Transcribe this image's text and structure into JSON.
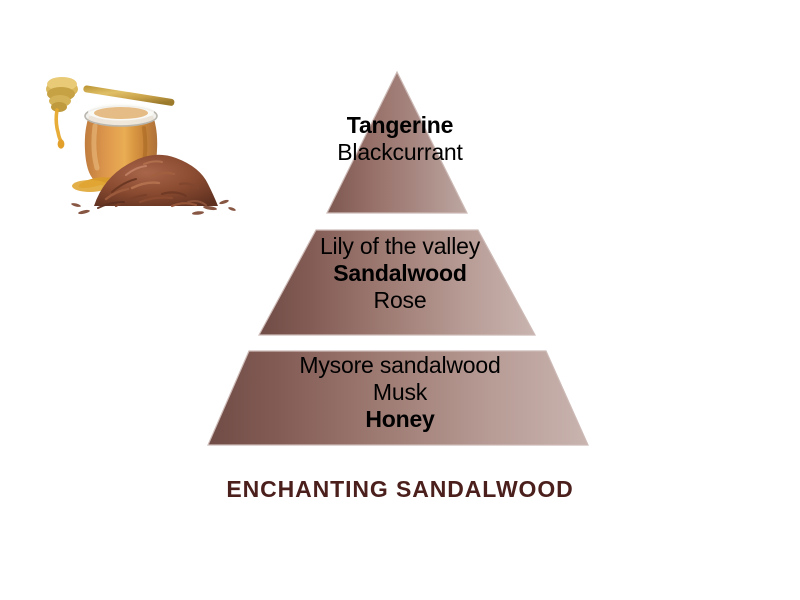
{
  "caption": "ENCHANTING SANDALWOOD",
  "colors": {
    "background": "#ffffff",
    "pyramid_gradient_dark": "#75504a",
    "pyramid_gradient_mid": "#9d7a72",
    "pyramid_gradient_light": "#c8b2ad",
    "pyramid_edge": "#cdbab6",
    "note_text": "#000000",
    "caption_text": "#4a1f1c",
    "honey": "#c8761a",
    "honey_light": "#e59a2a",
    "dipper_wood": "#c9a24a",
    "shavings_dark": "#6d3a27",
    "shavings_light": "#a8644a"
  },
  "photo": {
    "name": "honey-jar-and-sandalwood-shavings",
    "elements": [
      "honey-jar",
      "honey-dipper",
      "sandalwood-shavings-pile"
    ]
  },
  "pyramid": {
    "tiers": [
      {
        "id": "top",
        "shape": "triangle",
        "notes": [
          {
            "text": "Tangerine",
            "emphasis": "bold"
          },
          {
            "text": "Blackcurrant",
            "emphasis": "regular"
          }
        ]
      },
      {
        "id": "middle",
        "shape": "trapezoid",
        "notes": [
          {
            "text": "Lily of the valley",
            "emphasis": "regular"
          },
          {
            "text": "Sandalwood",
            "emphasis": "bold"
          },
          {
            "text": "Rose",
            "emphasis": "regular"
          }
        ]
      },
      {
        "id": "base",
        "shape": "trapezoid",
        "notes": [
          {
            "text": "Mysore sandalwood",
            "emphasis": "regular"
          },
          {
            "text": "Musk",
            "emphasis": "regular"
          },
          {
            "text": "Honey",
            "emphasis": "bold"
          }
        ]
      }
    ]
  }
}
